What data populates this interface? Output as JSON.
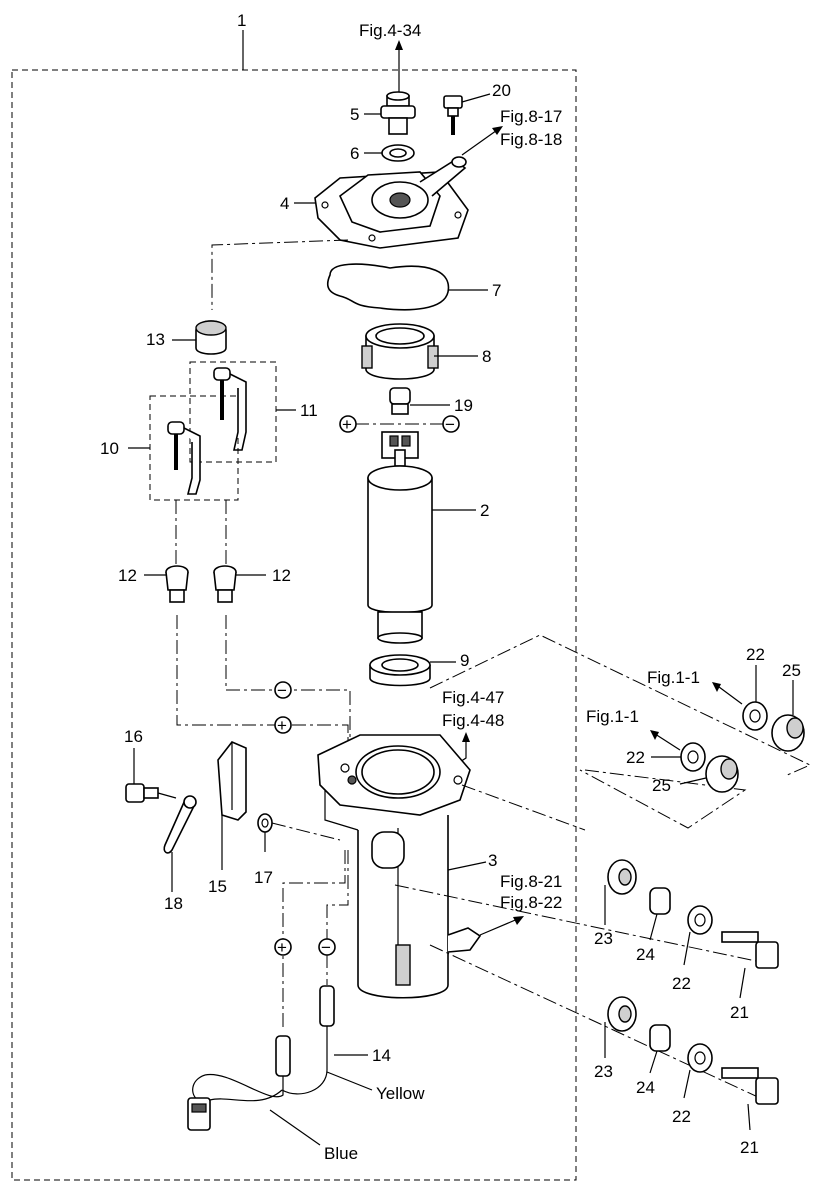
{
  "labels": {
    "assembly": "1",
    "pump": "2",
    "filter_body": "3",
    "cover": "4",
    "fitting": "5",
    "fitting_seal": "6",
    "o_ring": "7",
    "pump_holder": "8",
    "pump_seal": "9",
    "wire_10": "10",
    "wire_11": "11",
    "terminal_cap_left": "12",
    "terminal_cap_right": "12",
    "grommet": "13",
    "harness": "14",
    "clamp": "15",
    "screw": "16",
    "washer": "17",
    "ground_strap": "18",
    "connector_19": "19",
    "cover_bolt": "20",
    "bolt_upper": "21",
    "bolt_lower": "21",
    "washer_a": "22",
    "washer_b": "22",
    "washer_c": "22",
    "washer_d": "22",
    "grommet_a": "23",
    "grommet_b": "23",
    "collar_a": "24",
    "collar_b": "24",
    "mount_a": "25",
    "mount_b": "25"
  },
  "refs": {
    "fig_4_34": "Fig.4-34",
    "fig_8_17": "Fig.8-17",
    "fig_8_18": "Fig.8-18",
    "fig_4_47": "Fig.4-47",
    "fig_4_48": "Fig.4-48",
    "fig_8_21": "Fig.8-21",
    "fig_8_22": "Fig.8-22",
    "fig_1_1_top": "Fig.1-1",
    "fig_1_1_mid": "Fig.1-1"
  },
  "wire_colors": {
    "yellow": "Yellow",
    "blue": "Blue"
  },
  "polarity": {
    "plus": "+",
    "minus": "−"
  }
}
